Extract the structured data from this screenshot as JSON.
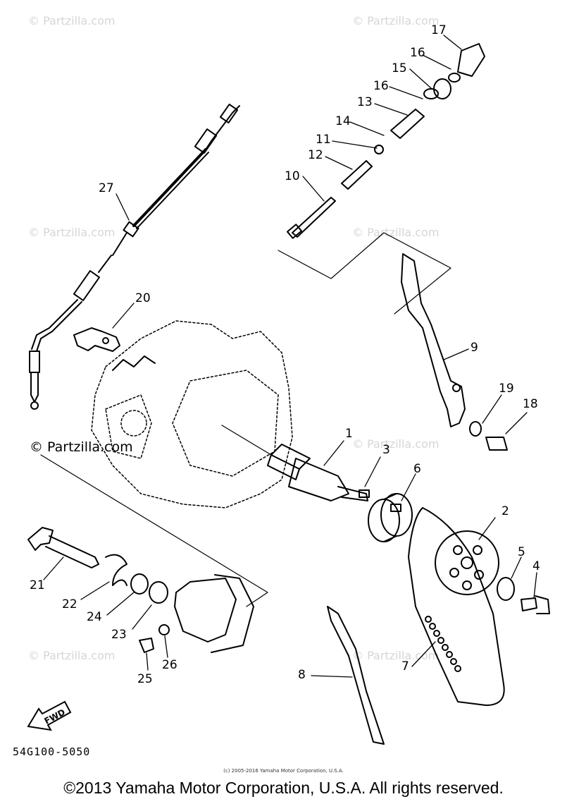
{
  "watermark": "© Partzilla.com",
  "watermark_strong": "© Partzilla.com",
  "part_labels": [
    "1",
    "2",
    "3",
    "4",
    "5",
    "6",
    "7",
    "8",
    "9",
    "10",
    "11",
    "12",
    "13",
    "14",
    "15",
    "16",
    "16",
    "17",
    "18",
    "19",
    "20",
    "21",
    "22",
    "23",
    "24",
    "25",
    "26",
    "27"
  ],
  "direction_label": "FWD",
  "diagram_code": "54G100-5050",
  "footer": {
    "small_copyright": "(c) 2005-2016 Yamaha Motor Corporation, U.S.A.",
    "copyright": "©2013 Yamaha Motor Corporation, U.S.A. All rights reserved."
  }
}
